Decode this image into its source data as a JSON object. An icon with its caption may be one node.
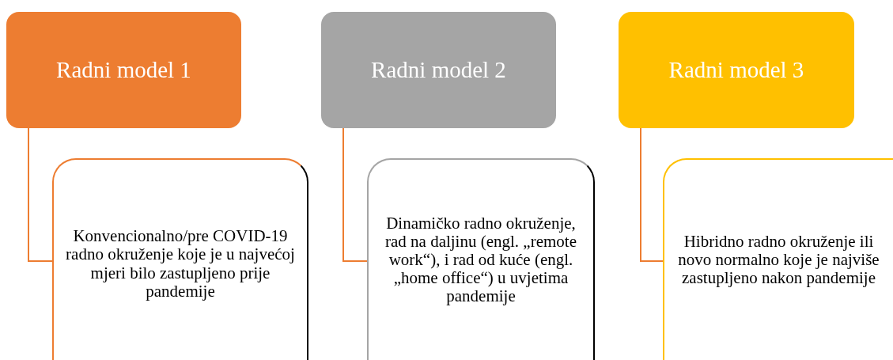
{
  "diagram": {
    "nodes": [
      {
        "text": [
          "Radni model 1"
        ]
      },
      {
        "text": [
          "Radni model 2"
        ]
      },
      {
        "text": [
          "Radni model 3"
        ]
      },
      {
        "text": [
          "Konvencionalno/pre COVID-19 radno okruženje koje je u najvećoj mjeri bilo zastupljeno prije pandemije"
        ]
      },
      {
        "text": [
          "Dinamičko radno okruženje, rad na daljinu (engl. „remote work“), i rad od kuće (engl. „home office“) u uvjetima pandemije"
        ]
      },
      {
        "text": [
          "Hibridno radno okruženje ili novo normalno koje je najviše zastupljeno nakon pandemije"
        ]
      }
    ],
    "edges": [
      {
        "from": 0,
        "to": 3,
        "arrow": "none",
        "color": "#ed7d31"
      },
      {
        "from": 1,
        "to": 4,
        "arrow": "none",
        "color": "#ed7d31"
      },
      {
        "from": 2,
        "to": 5,
        "arrow": "none",
        "color": "#ed7d31"
      }
    ]
  }
}
